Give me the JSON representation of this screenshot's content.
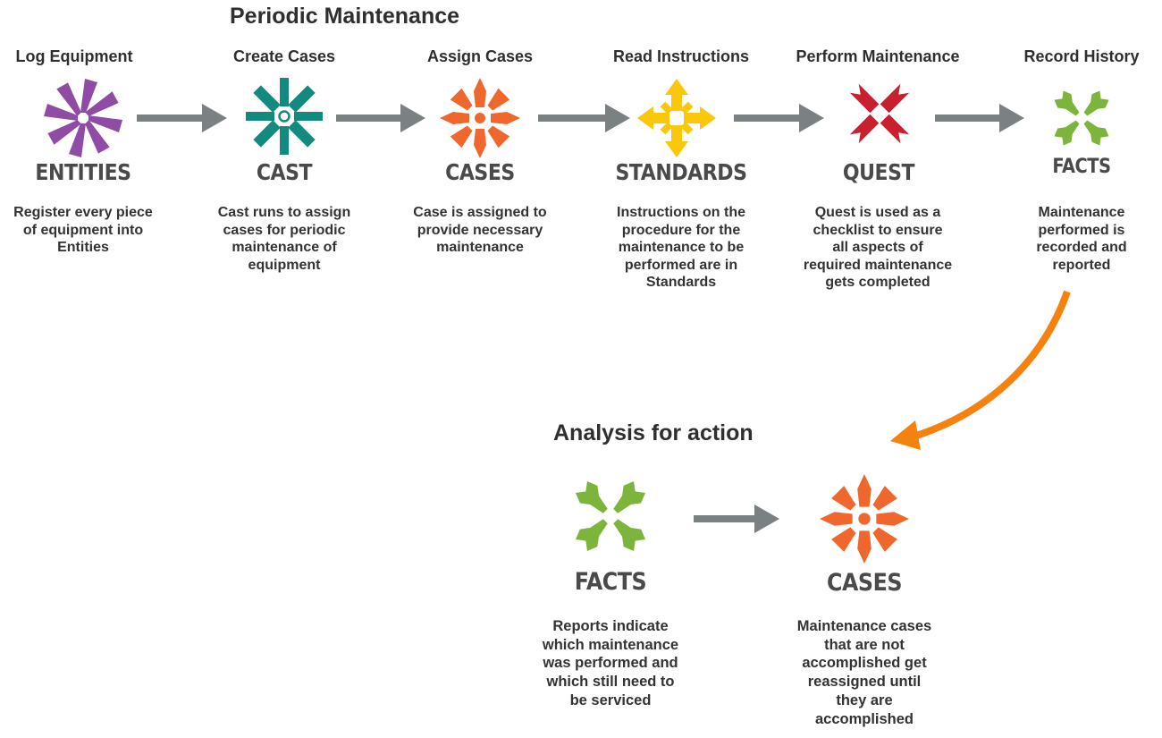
{
  "header": {
    "title": "Periodic Maintenance"
  },
  "steps": [
    {
      "title": "Log Equipment",
      "brand": "ENTITIES",
      "icon": "entities-icon",
      "desc": [
        "Register every piece",
        "of equipment into",
        "Entities"
      ]
    },
    {
      "title": "Create Cases",
      "brand": "CAST",
      "icon": "cast-icon",
      "desc": [
        "Cast runs to assign",
        "cases for periodic",
        "maintenance of",
        "equipment"
      ]
    },
    {
      "title": "Assign Cases",
      "brand": "CASES",
      "icon": "cases-icon",
      "desc": [
        "Case is assigned to",
        "provide necessary",
        "maintenance"
      ]
    },
    {
      "title": "Read Instructions",
      "brand": "STANDARDS",
      "icon": "standards-icon",
      "desc": [
        "Instructions on the",
        "procedure for the",
        "maintenance to be",
        "performed are in",
        "Standards"
      ]
    },
    {
      "title": "Perform Maintenance",
      "brand": "QUEST",
      "icon": "quest-icon",
      "desc": [
        "Quest is used as a",
        "checklist to ensure",
        "all aspects of",
        "required maintenance",
        "gets completed"
      ]
    },
    {
      "title": "Record History",
      "brand": "FACTS",
      "icon": "facts-icon",
      "desc": [
        "Maintenance",
        "performed is",
        "recorded and",
        "reported"
      ]
    }
  ],
  "analysis": {
    "title": "Analysis for action",
    "items": [
      {
        "brand": "FACTS",
        "icon": "facts-icon",
        "desc": [
          "Reports indicate",
          "which maintenance",
          "was performed and",
          "which still need to",
          "be serviced"
        ]
      },
      {
        "brand": "CASES",
        "icon": "cases-icon",
        "desc": [
          "Maintenance cases",
          "that are not",
          "accomplished get",
          "reassigned until",
          "they are",
          "accomplished"
        ]
      }
    ]
  },
  "colors": {
    "entities": "#8e4ca5",
    "cast": "#138a7e",
    "cases": "#f0672d",
    "standards": "#fbc70a",
    "quest": "#c8202f",
    "facts": "#7db53c",
    "flow_arrow": "#7b8083",
    "loop_arrow": "#f5820f"
  }
}
